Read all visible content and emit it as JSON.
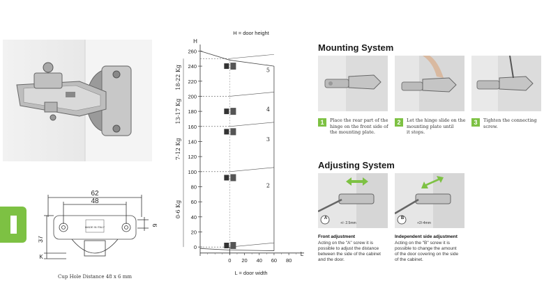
{
  "product_diagram": {
    "dim_62": "62",
    "dim_48": "48",
    "dim_37": "37",
    "dim_6": "6",
    "dim_k": "K",
    "stamp_text": "MADE IN ITALY",
    "caption": "Cup Hole Distance 48 x 6 mm"
  },
  "chart_data": {
    "type": "line",
    "title": "H = door height",
    "xlabel": "L = door width",
    "y_axis_letter": "H",
    "x_axis_letter": "L",
    "x_ticks": [
      0,
      20,
      40,
      60,
      80
    ],
    "y_ticks": [
      0,
      20,
      40,
      60,
      80,
      100,
      120,
      140,
      160,
      180,
      200,
      220,
      240,
      260
    ],
    "x_tick_labels": [
      "0",
      "20",
      "40",
      "60",
      "80"
    ],
    "y_tick_labels": [
      "0",
      "20",
      "40",
      "60",
      "80",
      "100",
      "120",
      "140",
      "160",
      "180",
      "200",
      "220",
      "240",
      "260"
    ],
    "xlim": [
      -40,
      95
    ],
    "ylim": [
      -10,
      265
    ],
    "threshold_heights": [
      0,
      100,
      160,
      200,
      250
    ],
    "weight_bands": [
      {
        "label": "0-6 Kg",
        "from": 0,
        "to": 100
      },
      {
        "label": "7-12 Kg",
        "from": 100,
        "to": 160
      },
      {
        "label": "13-17 Kg",
        "from": 160,
        "to": 200
      },
      {
        "label": "18-22 Kg",
        "from": 200,
        "to": 250
      }
    ],
    "hinge_positions": [
      2,
      92,
      153,
      180,
      240
    ],
    "hinge_count_labels": [
      {
        "label": "2",
        "y": 82
      },
      {
        "label": "3",
        "y": 143
      },
      {
        "label": "4",
        "y": 183
      },
      {
        "label": "5",
        "y": 235
      }
    ],
    "door_outline": {
      "x": [
        -40,
        0,
        60,
        60
      ],
      "top_y": [
        260,
        248,
        240,
        240
      ]
    },
    "grid": false,
    "legend": "none"
  },
  "mounting": {
    "heading": "Mounting System",
    "steps": [
      {
        "num": "1",
        "text": "Place the rear part of the\nhinge on the front side of\nthe mounting plate."
      },
      {
        "num": "2",
        "text": "Let the hinge slide on the\nmounting plate until\nit stops."
      },
      {
        "num": "3",
        "text": "Tighten the connecting\nscrew."
      }
    ]
  },
  "adjusting": {
    "heading": "Adjusting System",
    "items": [
      {
        "marker": "A",
        "range": "+/- 2.5mm",
        "title": "Front adjustment",
        "text": "Acting on the \"A\" screw it is\npossible to adjust the distance\nbetween the side of the cabinet\nand the door."
      },
      {
        "marker": "B",
        "range": "+2/-4mm",
        "title": "Independent side adjustment",
        "text": "Acting on the \"B\" screw it is\npossible to change the amount\nof the door covering on the side\nof the cabinet."
      }
    ]
  },
  "colors": {
    "accent_green": "#7dc143",
    "adjust_arrow": "#7dc143"
  }
}
